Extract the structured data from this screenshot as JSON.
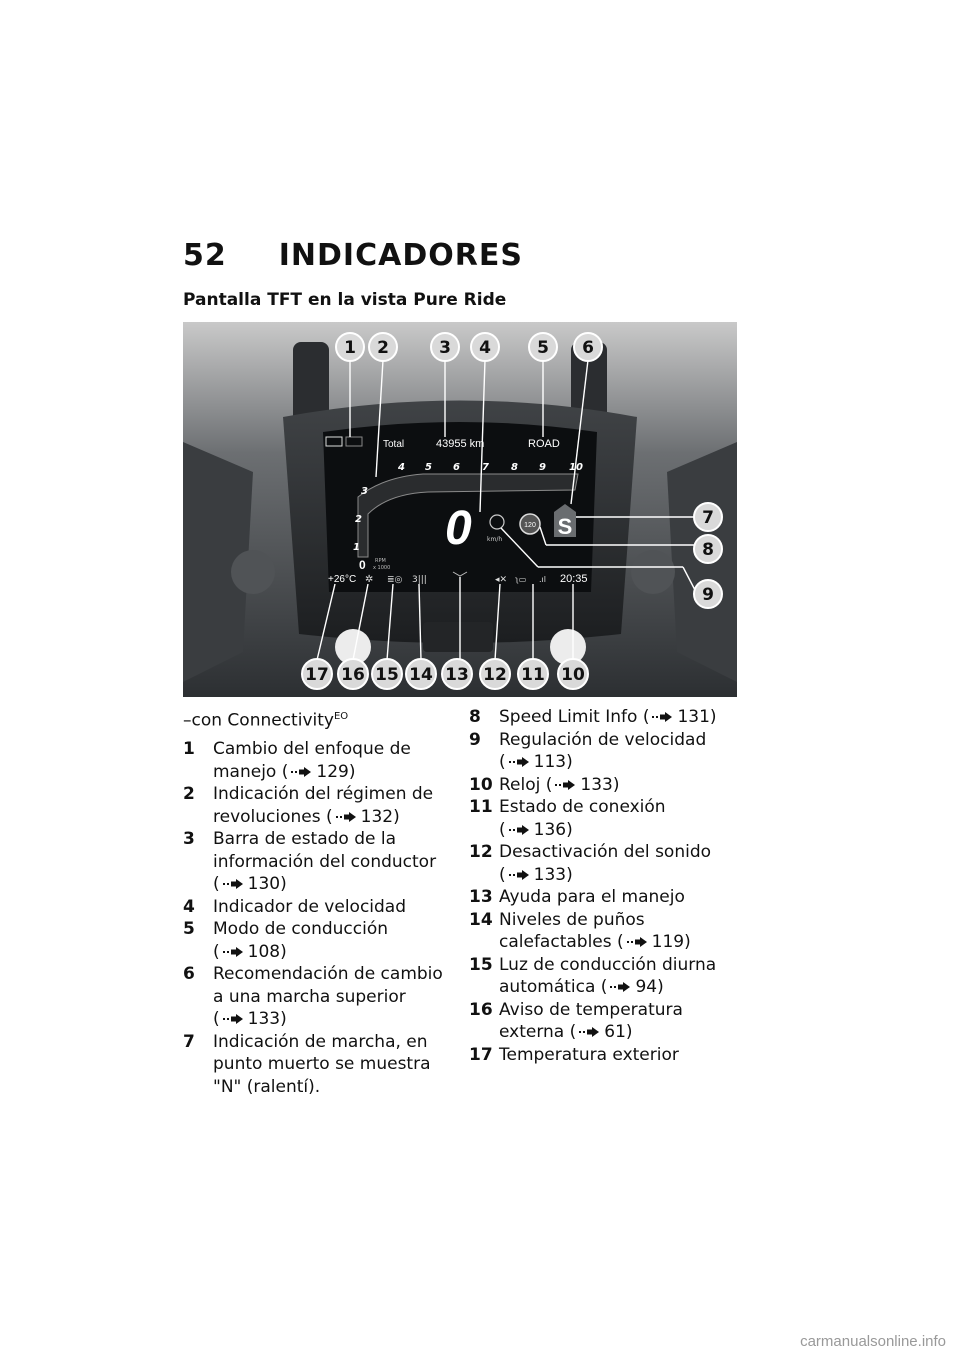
{
  "header": {
    "page_number": "52",
    "section": "INDICADORES"
  },
  "subtitle": "Pantalla TFT en la vista Pure Ride",
  "figure": {
    "callouts": [
      "1",
      "2",
      "3",
      "4",
      "5",
      "6",
      "7",
      "8",
      "9",
      "10",
      "11",
      "12",
      "13",
      "14",
      "15",
      "16",
      "17"
    ],
    "display": {
      "total_label": "Total",
      "odometer": "43955 km",
      "mode": "ROAD",
      "tach_scale": [
        "1",
        "2",
        "3",
        "4",
        "5",
        "6",
        "7",
        "8",
        "9",
        "10"
      ],
      "rpm_zero": "0",
      "rpm_unit_top": "RPM",
      "rpm_unit_bottom": "x 1000",
      "speed": "0",
      "speed_unit": "km/h",
      "gear": "S",
      "speed_limit": "120",
      "temperature": "+26°C",
      "clock": "20:35"
    }
  },
  "intro": {
    "text": "–con Connectivity",
    "sup": "EO"
  },
  "items": [
    {
      "num": "1",
      "text": "Cambio del enfoque de manejo",
      "ref": "129)"
    },
    {
      "num": "2",
      "text": "Indicación del régimen de revoluciones",
      "ref": "132)"
    },
    {
      "num": "3",
      "text": "Barra de estado de la información del conductor",
      "ref": "130)"
    },
    {
      "num": "4",
      "text": "Indicador de velocidad",
      "ref": ""
    },
    {
      "num": "5",
      "text": "Modo de conducción",
      "ref": "108)"
    },
    {
      "num": "6",
      "text": "Recomendación de cambio a una marcha superior",
      "ref": "133)"
    },
    {
      "num": "7",
      "text": "Indicación de marcha, en punto muerto se muestra \"N\" (ralentí).",
      "ref": ""
    },
    {
      "num": "8",
      "text": "Speed Limit Info",
      "ref": "131)"
    },
    {
      "num": "9",
      "text": "Regulación de velocidad",
      "ref": "113)"
    },
    {
      "num": "10",
      "text": "Reloj",
      "ref": "133)"
    },
    {
      "num": "11",
      "text": "Estado de conexión",
      "ref": "136)"
    },
    {
      "num": "12",
      "text": "Desactivación del sonido",
      "ref": "133)"
    },
    {
      "num": "13",
      "text": "Ayuda para el manejo",
      "ref": ""
    },
    {
      "num": "14",
      "text": "Niveles de puños calefactables",
      "ref": "119)"
    },
    {
      "num": "15",
      "text": "Luz de conducción diurna automática",
      "ref": "94)"
    },
    {
      "num": "16",
      "text": "Aviso de temperatura externa",
      "ref": "61)"
    },
    {
      "num": "17",
      "text": "Temperatura exterior",
      "ref": ""
    }
  ],
  "ref_prefix": "(",
  "watermark": "carmanualsonline.info",
  "colors": {
    "screen": "#0c0e10",
    "dash": "#3a3d40",
    "callout": "#d9d9d9"
  }
}
